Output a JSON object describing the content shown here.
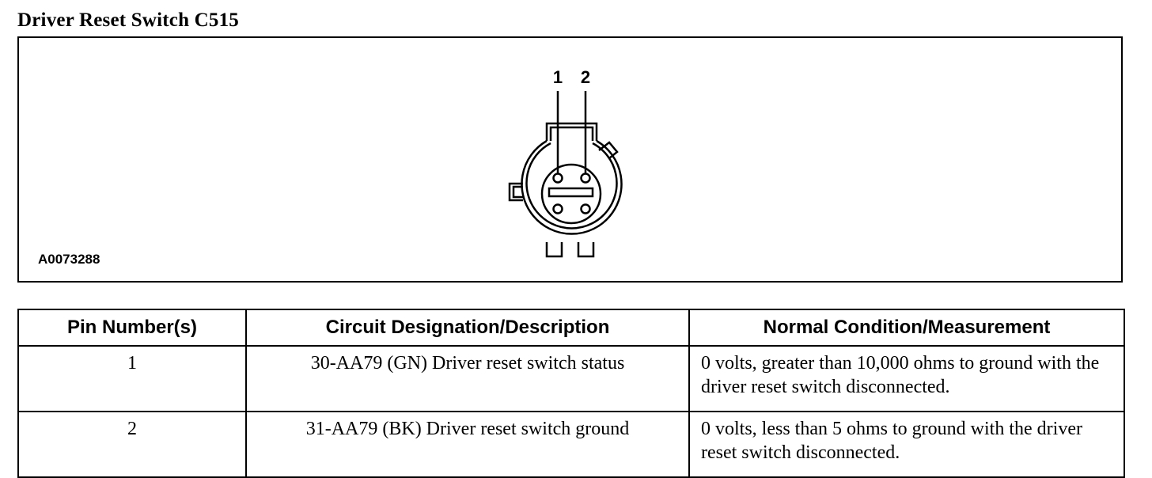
{
  "title": "Driver Reset Switch C515",
  "figure": {
    "id": "A0073288",
    "pin_labels": [
      "1",
      "2"
    ]
  },
  "table": {
    "headers": [
      "Pin Number(s)",
      "Circuit Designation/Description",
      "Normal Condition/Measurement"
    ],
    "rows": [
      {
        "pin": "1",
        "circuit": "30-AA79 (GN) Driver reset switch status",
        "condition": "0 volts, greater than 10,000 ohms to ground with the driver reset switch disconnected."
      },
      {
        "pin": "2",
        "circuit": "31-AA79 (BK) Driver reset switch ground",
        "condition": "0 volts, less than 5 ohms to ground with the driver reset switch disconnected."
      }
    ]
  }
}
